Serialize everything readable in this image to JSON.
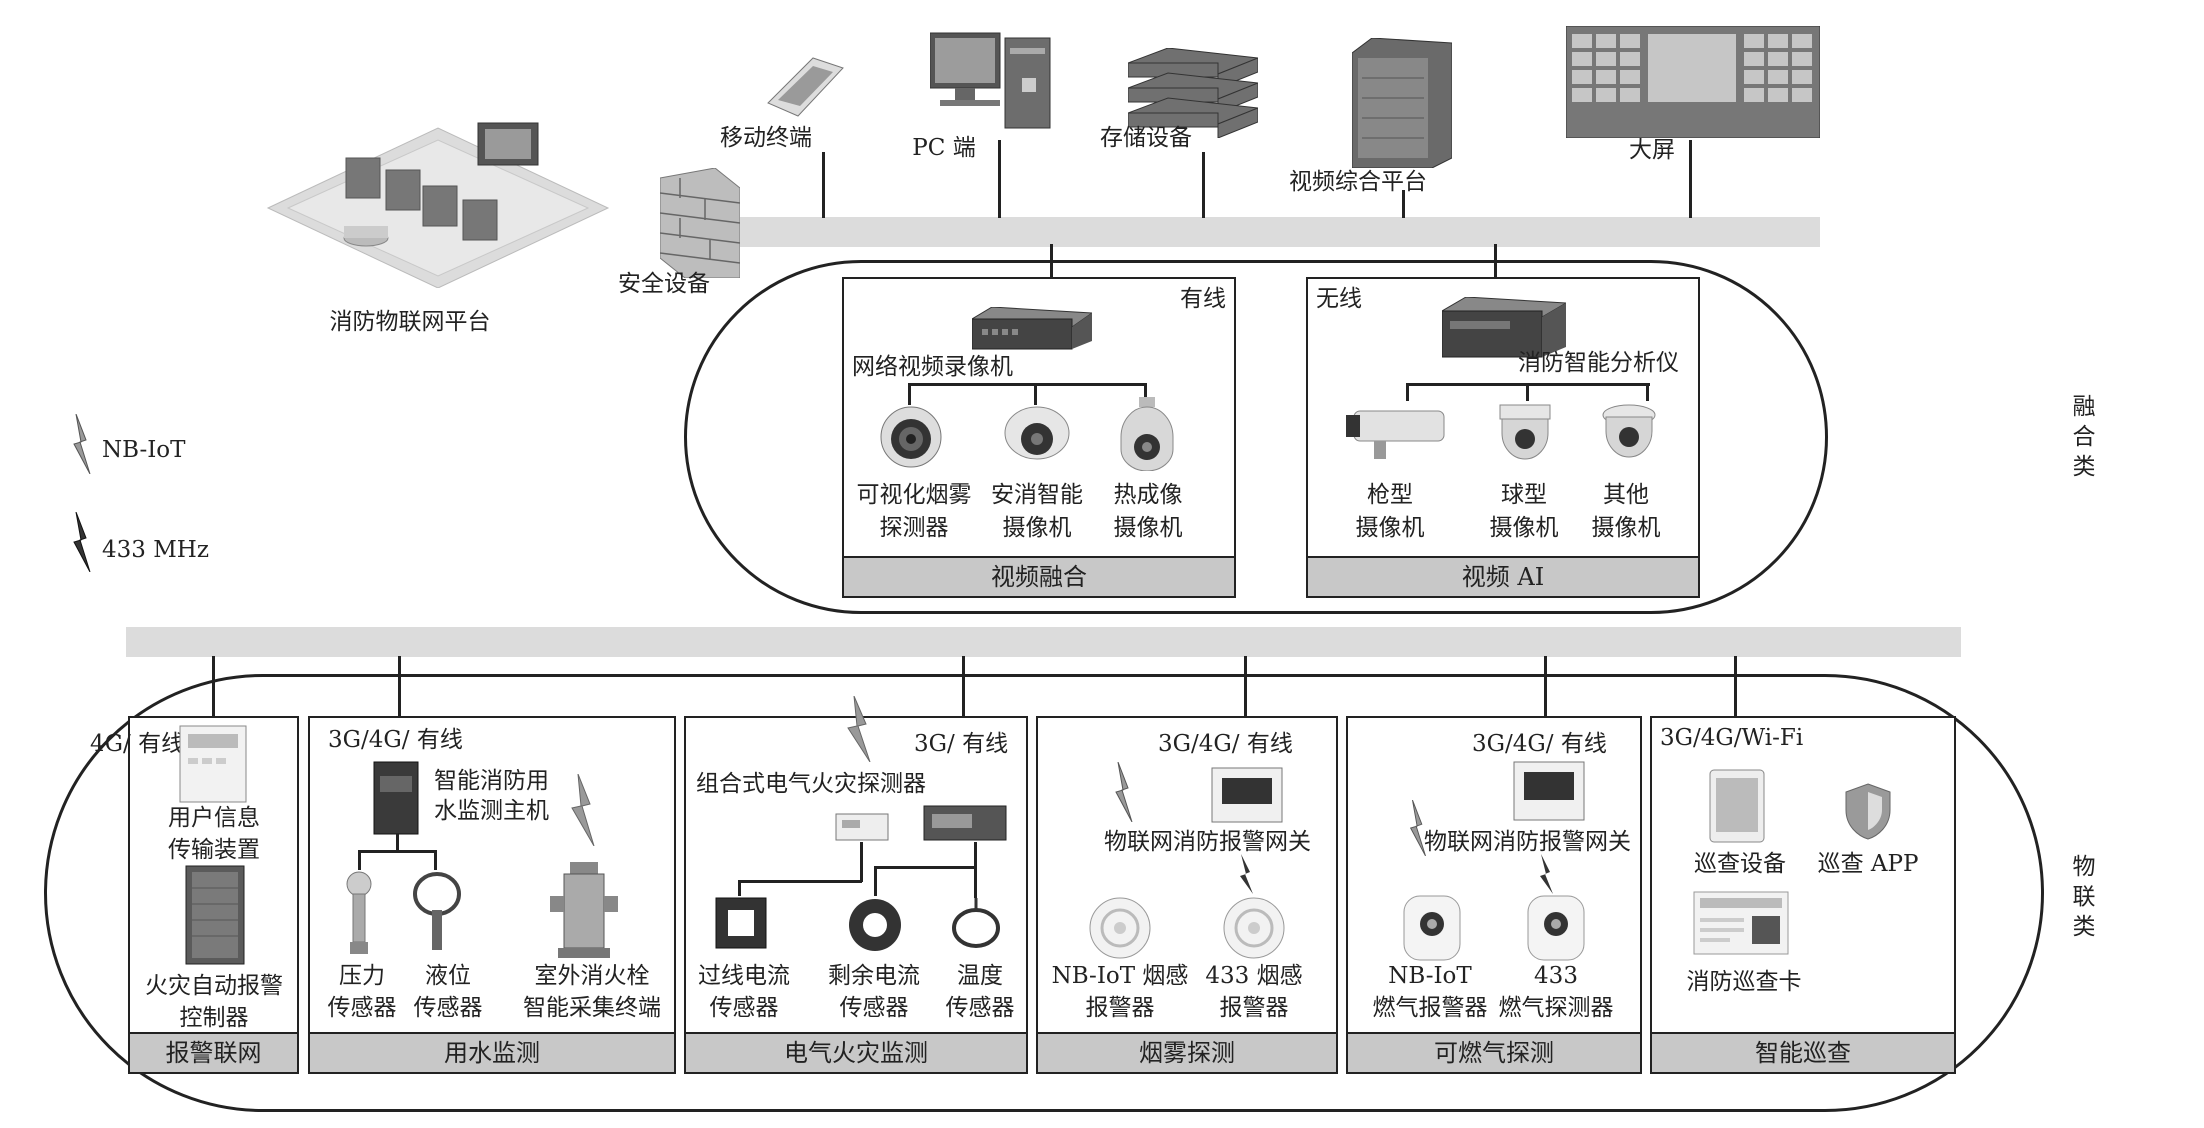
{
  "top_devices": {
    "mobile": "移动终端",
    "pc": "PC 端",
    "storage": "存储设备",
    "video_platform": "视频综合平台",
    "big_screen": "大屏",
    "security": "安全设备",
    "iot_platform": "消防物联网平台"
  },
  "legend": {
    "nbiot": "NB-IoT",
    "mhz433": "433 MHz"
  },
  "side_labels": {
    "fusion": "融合类",
    "iot": "物联类"
  },
  "fusion": {
    "wired": {
      "tag": "有线",
      "recorder": "网络视频录像机",
      "devices": [
        {
          "line1": "可视化烟雾",
          "line2": "探测器"
        },
        {
          "line1": "安消智能",
          "line2": "摄像机"
        },
        {
          "line1": "热成像",
          "line2": "摄像机"
        }
      ],
      "footer": "视频融合"
    },
    "wireless": {
      "tag": "无线",
      "analyzer": "消防智能分析仪",
      "devices": [
        {
          "line1": "枪型",
          "line2": "摄像机"
        },
        {
          "line1": "球型",
          "line2": "摄像机"
        },
        {
          "line1": "其他",
          "line2": "摄像机"
        }
      ],
      "footer": "视频 AI"
    }
  },
  "iot": {
    "alarm": {
      "net": "4G/ 有线",
      "device1_l1": "用户信息",
      "device1_l2": "传输装置",
      "device2_l1": "火灾自动报警",
      "device2_l2": "控制器",
      "footer": "报警联网"
    },
    "water": {
      "net": "3G/4G/ 有线",
      "host_l1": "智能消防用",
      "host_l2": "水监测主机",
      "sensors": [
        {
          "line1": "压力",
          "line2": "传感器"
        },
        {
          "line1": "液位",
          "line2": "传感器"
        },
        {
          "line1": "室外消火栓",
          "line2": "智能采集终端"
        }
      ],
      "footer": "用水监测"
    },
    "electric": {
      "net": "3G/ 有线",
      "detector": "组合式电气火灾探测器",
      "sensors": [
        {
          "line1": "过线电流",
          "line2": "传感器"
        },
        {
          "line1": "剩余电流",
          "line2": "传感器"
        },
        {
          "line1": "温度",
          "line2": "传感器"
        }
      ],
      "footer": "电气火灾监测"
    },
    "smoke": {
      "net": "3G/4G/ 有线",
      "gateway": "物联网消防报警网关",
      "devices": [
        {
          "line1": "NB-IoT 烟感",
          "line2": "报警器"
        },
        {
          "line1": "433 烟感",
          "line2": "报警器"
        }
      ],
      "footer": "烟雾探测"
    },
    "gas": {
      "net": "3G/4G/ 有线",
      "gateway": "物联网消防报警网关",
      "devices": [
        {
          "line1": "NB-IoT",
          "line2": "燃气报警器"
        },
        {
          "line1": "433",
          "line2": "燃气探测器"
        }
      ],
      "footer": "可燃气探测"
    },
    "patrol": {
      "net": "3G/4G/Wi-Fi",
      "device": "巡查设备",
      "app": "巡查 APP",
      "card": "消防巡查卡",
      "footer": "智能巡查"
    }
  }
}
